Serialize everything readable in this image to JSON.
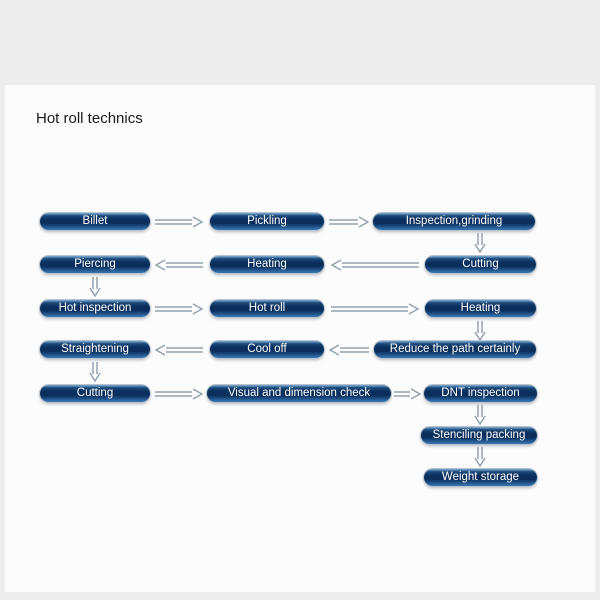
{
  "title": "Hot roll technics",
  "colors": {
    "outer_bg": "#ededed",
    "page_bg": "#fcfcfc",
    "title_color": "#1a1a1a",
    "node_text": "#ffffff",
    "box_top": "#7fb0d8",
    "box_dark": "#0a2f5d",
    "box_bottom": "#3a78b4",
    "box_rim": "#b8c2cc",
    "arrow": "#93a2b1"
  },
  "nodes": [
    {
      "id": "billet",
      "label": "Billet"
    },
    {
      "id": "pickling",
      "label": "Pickling"
    },
    {
      "id": "inspection_grinding",
      "label": "Inspection,grinding"
    },
    {
      "id": "piercing",
      "label": "Piercing"
    },
    {
      "id": "heating_1",
      "label": "Heating"
    },
    {
      "id": "cutting_1",
      "label": "Cutting"
    },
    {
      "id": "hot_inspection",
      "label": "Hot inspection"
    },
    {
      "id": "hot_roll",
      "label": "Hot roll"
    },
    {
      "id": "heating_2",
      "label": "Heating"
    },
    {
      "id": "straightening",
      "label": "Straightening"
    },
    {
      "id": "cool_off",
      "label": "Cool off"
    },
    {
      "id": "reduce_path",
      "label": "Reduce the path certainly"
    },
    {
      "id": "cutting_2",
      "label": "Cutting"
    },
    {
      "id": "visual_check",
      "label": "Visual and dimension check"
    },
    {
      "id": "dnt_inspection",
      "label": "DNT inspection"
    },
    {
      "id": "stenciling_packing",
      "label": "Stenciling packing"
    },
    {
      "id": "weight_storage",
      "label": "Weight storage"
    }
  ],
  "edges": [
    {
      "from": "billet",
      "to": "pickling"
    },
    {
      "from": "pickling",
      "to": "inspection_grinding"
    },
    {
      "from": "inspection_grinding",
      "to": "cutting_1"
    },
    {
      "from": "cutting_1",
      "to": "heating_1"
    },
    {
      "from": "heating_1",
      "to": "piercing"
    },
    {
      "from": "piercing",
      "to": "hot_inspection"
    },
    {
      "from": "hot_inspection",
      "to": "hot_roll"
    },
    {
      "from": "hot_roll",
      "to": "heating_2"
    },
    {
      "from": "heating_2",
      "to": "reduce_path"
    },
    {
      "from": "reduce_path",
      "to": "cool_off"
    },
    {
      "from": "cool_off",
      "to": "straightening"
    },
    {
      "from": "straightening",
      "to": "cutting_2"
    },
    {
      "from": "cutting_2",
      "to": "visual_check"
    },
    {
      "from": "visual_check",
      "to": "dnt_inspection"
    },
    {
      "from": "dnt_inspection",
      "to": "stenciling_packing"
    },
    {
      "from": "stenciling_packing",
      "to": "weight_storage"
    }
  ]
}
